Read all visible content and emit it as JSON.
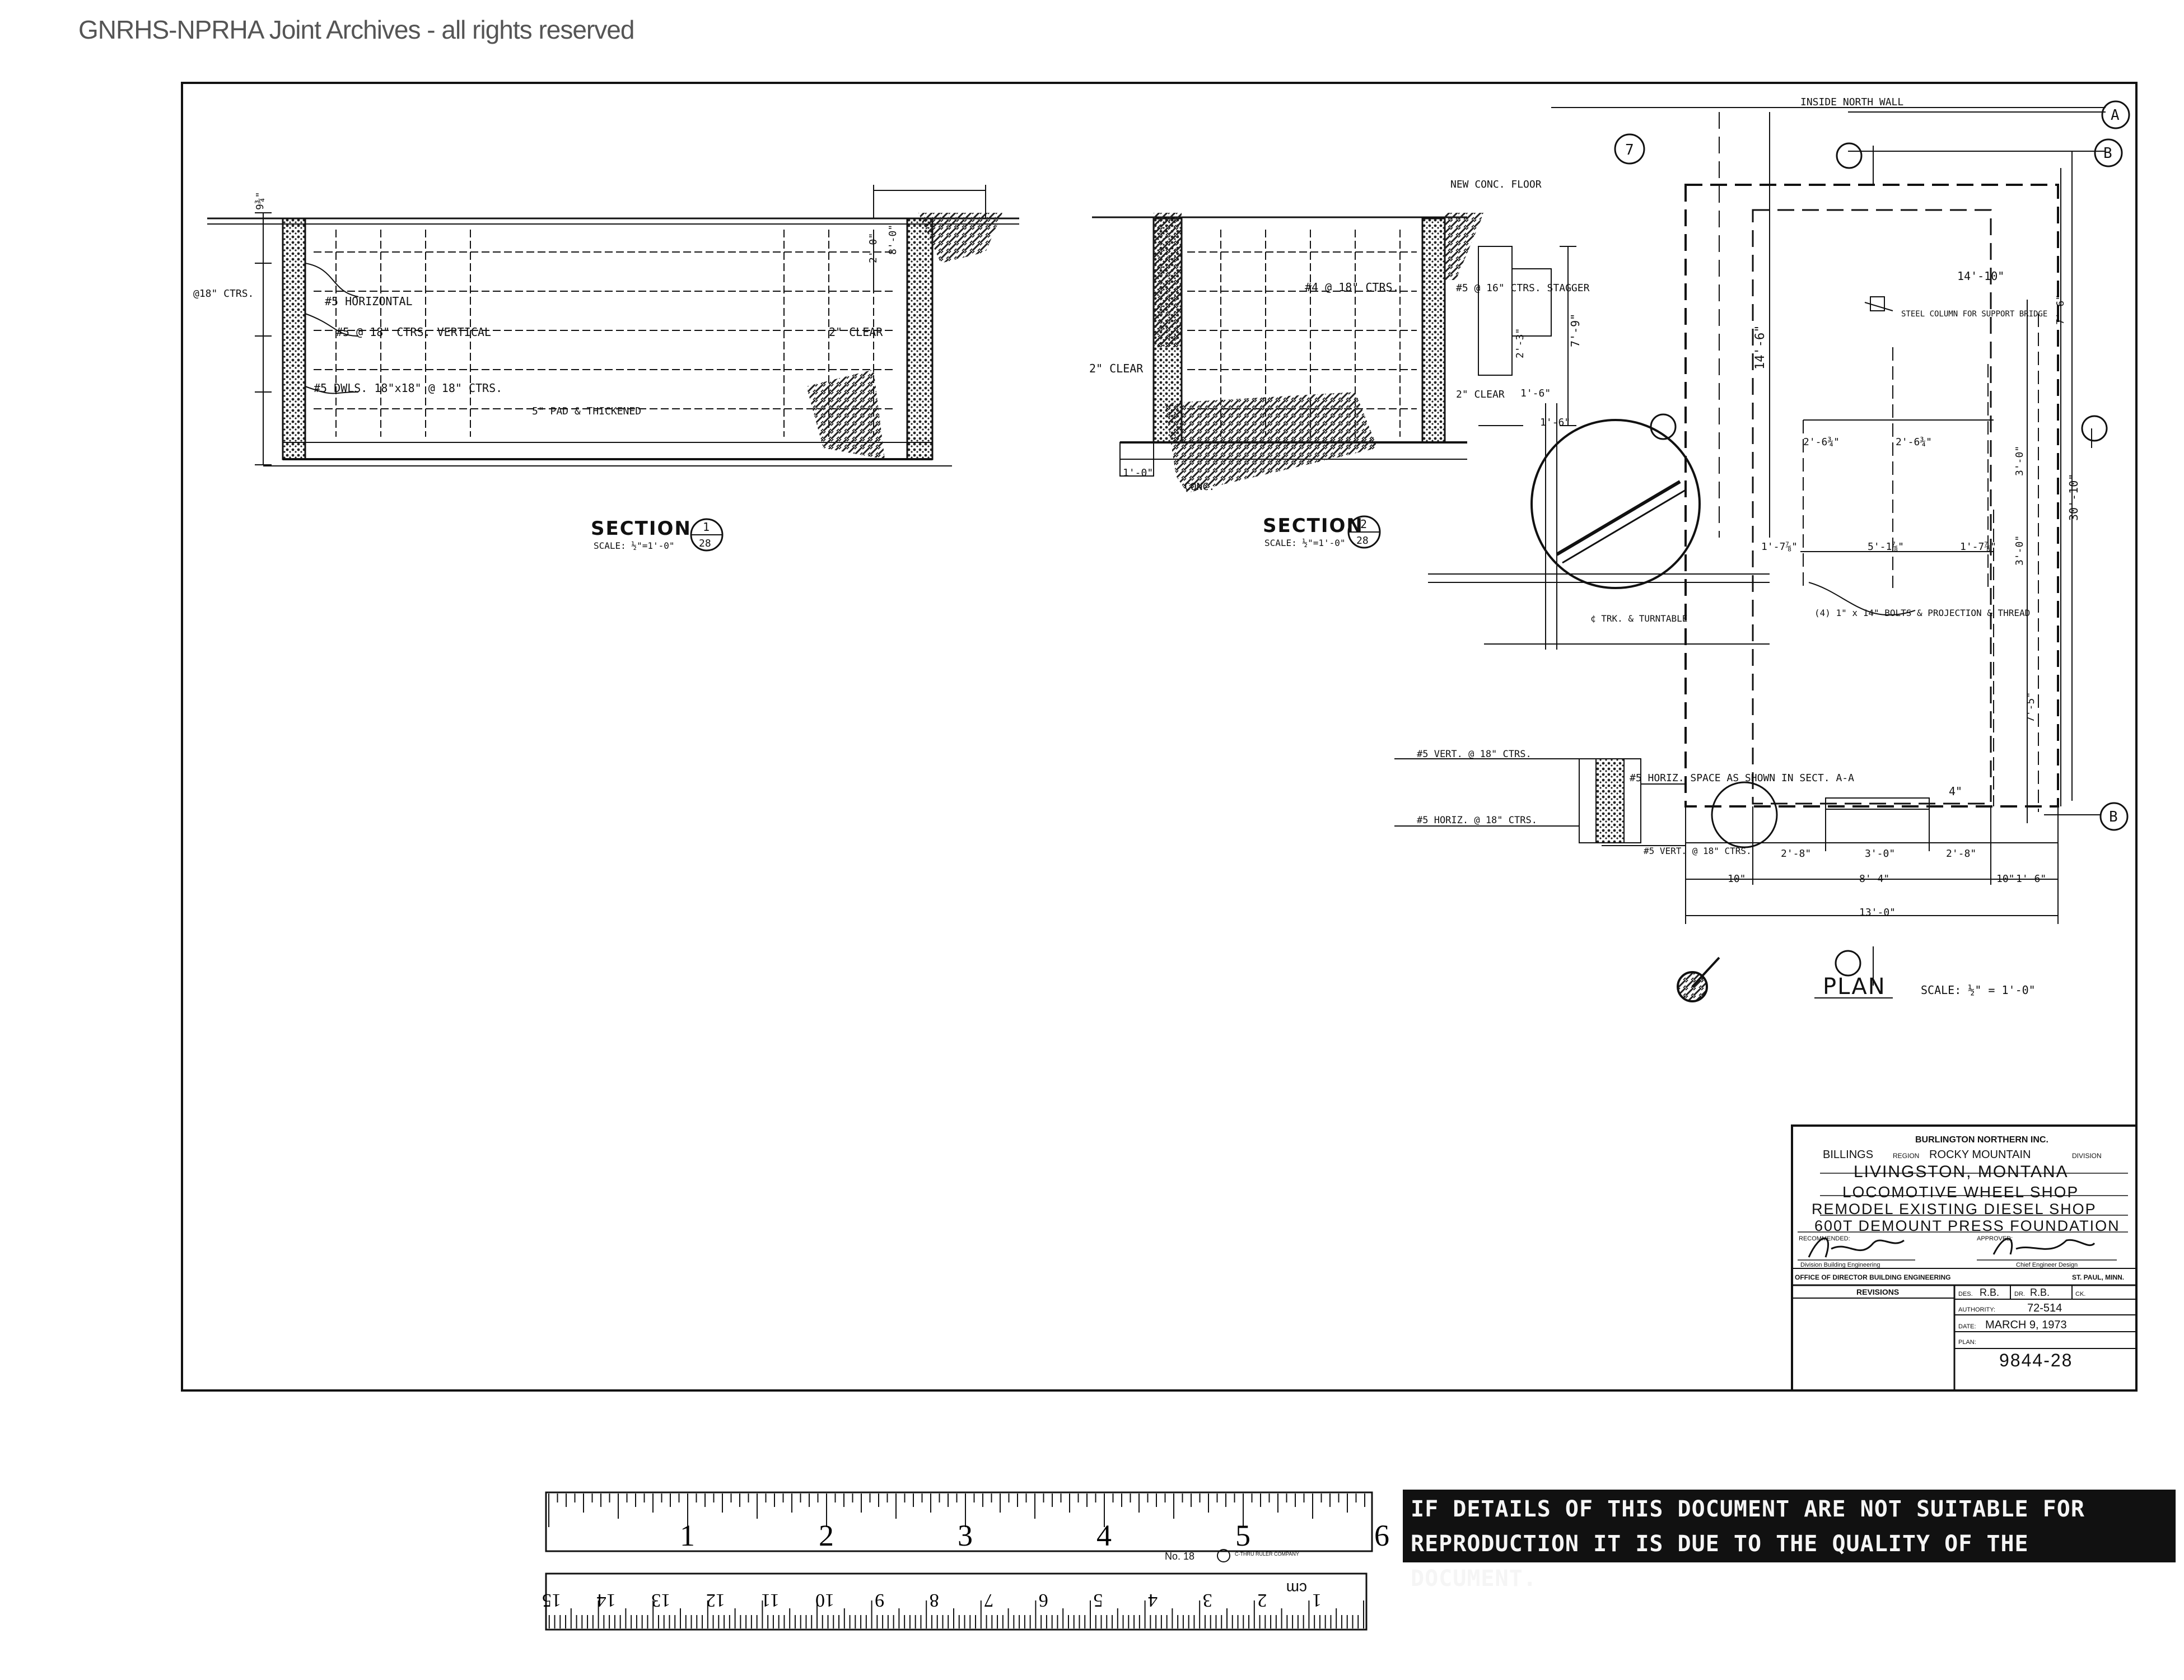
{
  "watermark": "GNRHS-NPRHA Joint Archives - all rights reserved",
  "drawing": {
    "section_left_label": "SECTION",
    "section_left_scale": "SCALE: ½\"=1'-0\"",
    "section_left_ref_top": "1",
    "section_left_ref_bottom": "28",
    "section_right_label": "SECTION",
    "section_right_scale": "SCALE: ½\"=1'-0\"",
    "section_right_ref_top": "2",
    "section_right_ref_bottom": "28",
    "plan_label": "PLAN",
    "plan_scale": "SCALE: ½\" = 1'-0\"",
    "inside_north_wall": "INSIDE NORTH WALL",
    "grid_a": "A",
    "grid_b": "B",
    "grid_7": "7",
    "notes": {
      "horizontal": "#5 HORIZONTAL",
      "vertical": "#5 @ 18\" CTRS. VERTICAL",
      "dowels": "#5 DWLS. 18\"x18\" @ 18\" CTRS.",
      "ctrs_18": "@18\" CTRS.",
      "pad": "5\" PAD & THICKENED",
      "clear_left": "2\" CLEAR",
      "clear_mid": "2\" CLEAR",
      "clear_right": "2\" CLEAR",
      "center_ctrs": "#4 @ 18\" CTRS.",
      "stagger": "#5 @ 16\" CTRS. STAGGER",
      "new_conc": "NEW CONC. FLOOR",
      "steel_column": "STEEL COLUMN FOR SUPPORT BRIDGE",
      "bolts": "(4) 1\" x 14\" BOLTS & PROJECTION & THREAD",
      "turntable": "¢ TRK. & TURNTABLE",
      "horiz_space": "#5 HORIZ. SPACE AS SHOWN IN SECT. A-A",
      "vert_ctrs_top": "#5 VERT. @ 18\" CTRS.",
      "horiz_ctrs": "#5 HORIZ. @ 18\" CTRS.",
      "vert_ctrs_bottom": "#5 VERT. @ 18\" CTRS.",
      "conc": "CONC."
    },
    "dims": {
      "d14_10": "14'-10\"",
      "d14_6": "14'-6\"",
      "d7_6": "7'-6\"",
      "d2_6a": "2'-6¾\"",
      "d2_6b": "2'-6¾\"",
      "d1_7": "1'-7⅞\"",
      "d5_1": "5'-1⅞\"",
      "d1_7b": "1'-7⅞\"",
      "d3_0a": "3'-0\"",
      "d3_0b": "3'-0\"",
      "d30_10": "30'-10\"",
      "d7_5": "7'-5\"",
      "d2_8a": "2'-8\"",
      "d3_0c": "3'-0\"",
      "d2_8b": "2'-8\"",
      "d8_4": "8'-4\"",
      "d13_0": "13'-0\"",
      "d1_6a": "1'-6\"",
      "d1_6b": "1'-6\"",
      "d1_6c": "1'-6\"",
      "d10a": "10\"",
      "d10b": "10\"",
      "d4": "4\"",
      "d2_0": "2'-0\"",
      "d8_0": "8'-0\"",
      "d2_3": "2'-3\"",
      "d7_9": "7'-9\"",
      "d1_0": "1'-0\"",
      "d9_3": "9¾\""
    }
  },
  "title_block": {
    "company": "BURLINGTON NORTHERN INC.",
    "region": "BILLINGS",
    "region_word": "REGION",
    "division": "ROCKY MOUNTAIN",
    "division_word": "DIVISION",
    "location": "LIVINGSTON, MONTANA",
    "line1": "LOCOMOTIVE WHEEL SHOP",
    "line2": "REMODEL EXISTING DIESEL SHOP",
    "line3": "600T DEMOUNT PRESS FOUNDATION",
    "recommended": "RECOMMENDED:",
    "approved": "APPROVED:",
    "sig_left_title": "Division Building Engineering",
    "sig_right_title": "Chief Engineer Design",
    "office": "OFFICE OF DIRECTOR BUILDING ENGINEERING",
    "city": "ST. PAUL, MINN.",
    "revisions": "REVISIONS",
    "des": "DES.",
    "des_val": "R.B.",
    "dr": "DR.",
    "dr_val": "R.B.",
    "ck": "CK.",
    "ck_val": "",
    "authority": "AUTHORITY:",
    "authority_val": "72-514",
    "date": "DATE:",
    "date_val": "MARCH 9, 1973",
    "plan_no_label": "PLAN:",
    "plan_no": "9844-28"
  },
  "ruler": {
    "inch_labels": [
      "1",
      "2",
      "3",
      "4",
      "5",
      "6"
    ],
    "cm_labels": [
      "1",
      "2",
      "3",
      "4",
      "5",
      "6",
      "7",
      "8",
      "9",
      "10",
      "11",
      "12",
      "13",
      "14",
      "15"
    ],
    "cm_unit": "cm",
    "model": "No. 18",
    "maker": "C-THRU RULER COMPANY"
  },
  "notice": "IF DETAILS OF THIS DOCUMENT ARE NOT SUITABLE FOR REPRODUCTION IT IS DUE TO THE QUALITY OF THE DOCUMENT."
}
